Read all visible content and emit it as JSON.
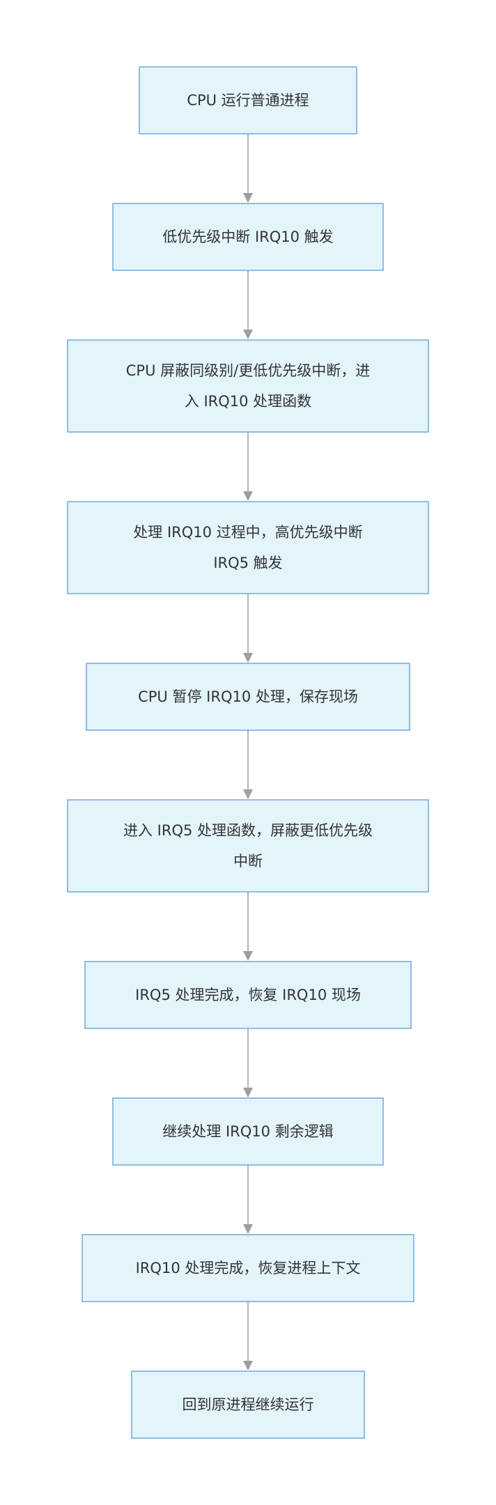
{
  "flowchart": {
    "steps": [
      {
        "lines": [
          "CPU 运行普通进程"
        ]
      },
      {
        "lines": [
          "低优先级中断 IRQ10 触发"
        ]
      },
      {
        "lines": [
          "CPU 屏蔽同级别/更低优先级中断，进",
          "入 IRQ10 处理函数"
        ]
      },
      {
        "lines": [
          "处理 IRQ10 过程中，高优先级中断",
          "IRQ5 触发"
        ]
      },
      {
        "lines": [
          "CPU 暂停 IRQ10 处理，保存现场"
        ]
      },
      {
        "lines": [
          "进入 IRQ5 处理函数，屏蔽更低优先级",
          "中断"
        ]
      },
      {
        "lines": [
          "IRQ5 处理完成，恢复 IRQ10 现场"
        ]
      },
      {
        "lines": [
          "继续处理 IRQ10 剩余逻辑"
        ]
      },
      {
        "lines": [
          "IRQ10 处理完成，恢复进程上下文"
        ]
      },
      {
        "lines": [
          "回到原进程继续运行"
        ]
      }
    ]
  },
  "colors": {
    "node_fill": "#e3f4fb",
    "node_border": "#6fa8dc",
    "arrow": "#9e9e9e",
    "text": "#333333"
  }
}
